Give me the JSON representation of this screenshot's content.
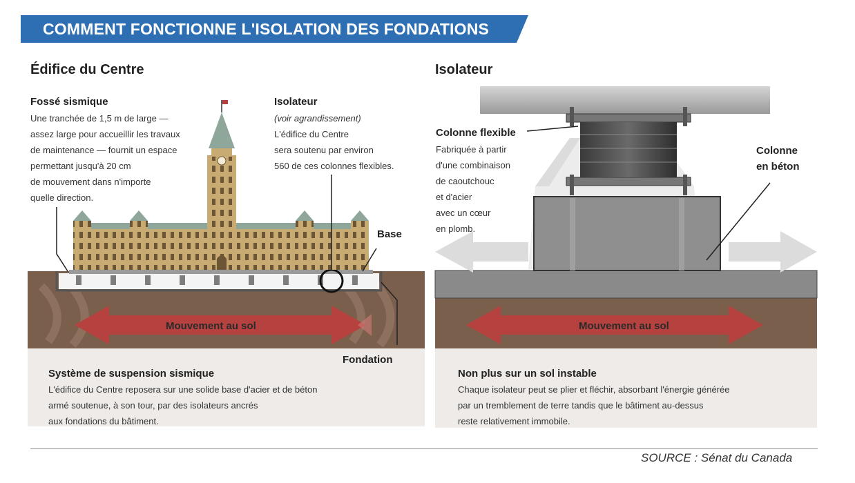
{
  "banner": {
    "title": "COMMENT FONCTIONNE L'ISOLATION DES FONDATIONS",
    "color": "#2e6fb4"
  },
  "left": {
    "title": "Édifice du Centre",
    "fosse": {
      "heading": "Fossé sismique",
      "lines": [
        "Une tranchée de 1,5 m de large —",
        "assez large pour accueillir les travaux",
        "de maintenance — fournit un espace",
        "permettant jusqu'à 20 cm",
        "de mouvement dans n'importe",
        "quelle direction."
      ]
    },
    "isolateur": {
      "heading": "Isolateur",
      "note": "(voir agrandissement)",
      "lines": [
        "L'édifice du Centre",
        "sera soutenu par environ",
        "560 de ces colonnes flexibles."
      ]
    },
    "base_label": "Base",
    "fondation_label": "Fondation",
    "arrow_label": "Mouvement au sol",
    "suspension": {
      "heading": "Système de suspension sismique",
      "lines": [
        "L'édifice du Centre reposera sur une solide base d'acier et de béton",
        "armé soutenue, à son tour, par des isolateurs ancrés",
        "aux fondations du bâtiment."
      ]
    }
  },
  "right": {
    "title": "Isolateur",
    "colonne_flexible": {
      "heading": "Colonne flexible",
      "lines": [
        "Fabriquée à partir",
        "d'une combinaison",
        "de caoutchouc",
        "et d'acier",
        "avec un cœur",
        "en plomb."
      ]
    },
    "colonne_beton": [
      "Colonne",
      "en béton"
    ],
    "arrow_label": "Mouvement au sol",
    "instable": {
      "heading": "Non plus sur un sol instable",
      "lines": [
        "Chaque isolateur peut se plier et fléchir, absorbant l'énergie générée",
        "par un tremblement de terre tandis que le bâtiment au-dessus",
        "reste relativement immobile."
      ]
    }
  },
  "source": "SOURCE : Sénat du Canada",
  "colors": {
    "soil": "#7a5f4c",
    "arrow": "#b5423f",
    "building": "#c7ab72",
    "roof": "#8fa79a"
  }
}
